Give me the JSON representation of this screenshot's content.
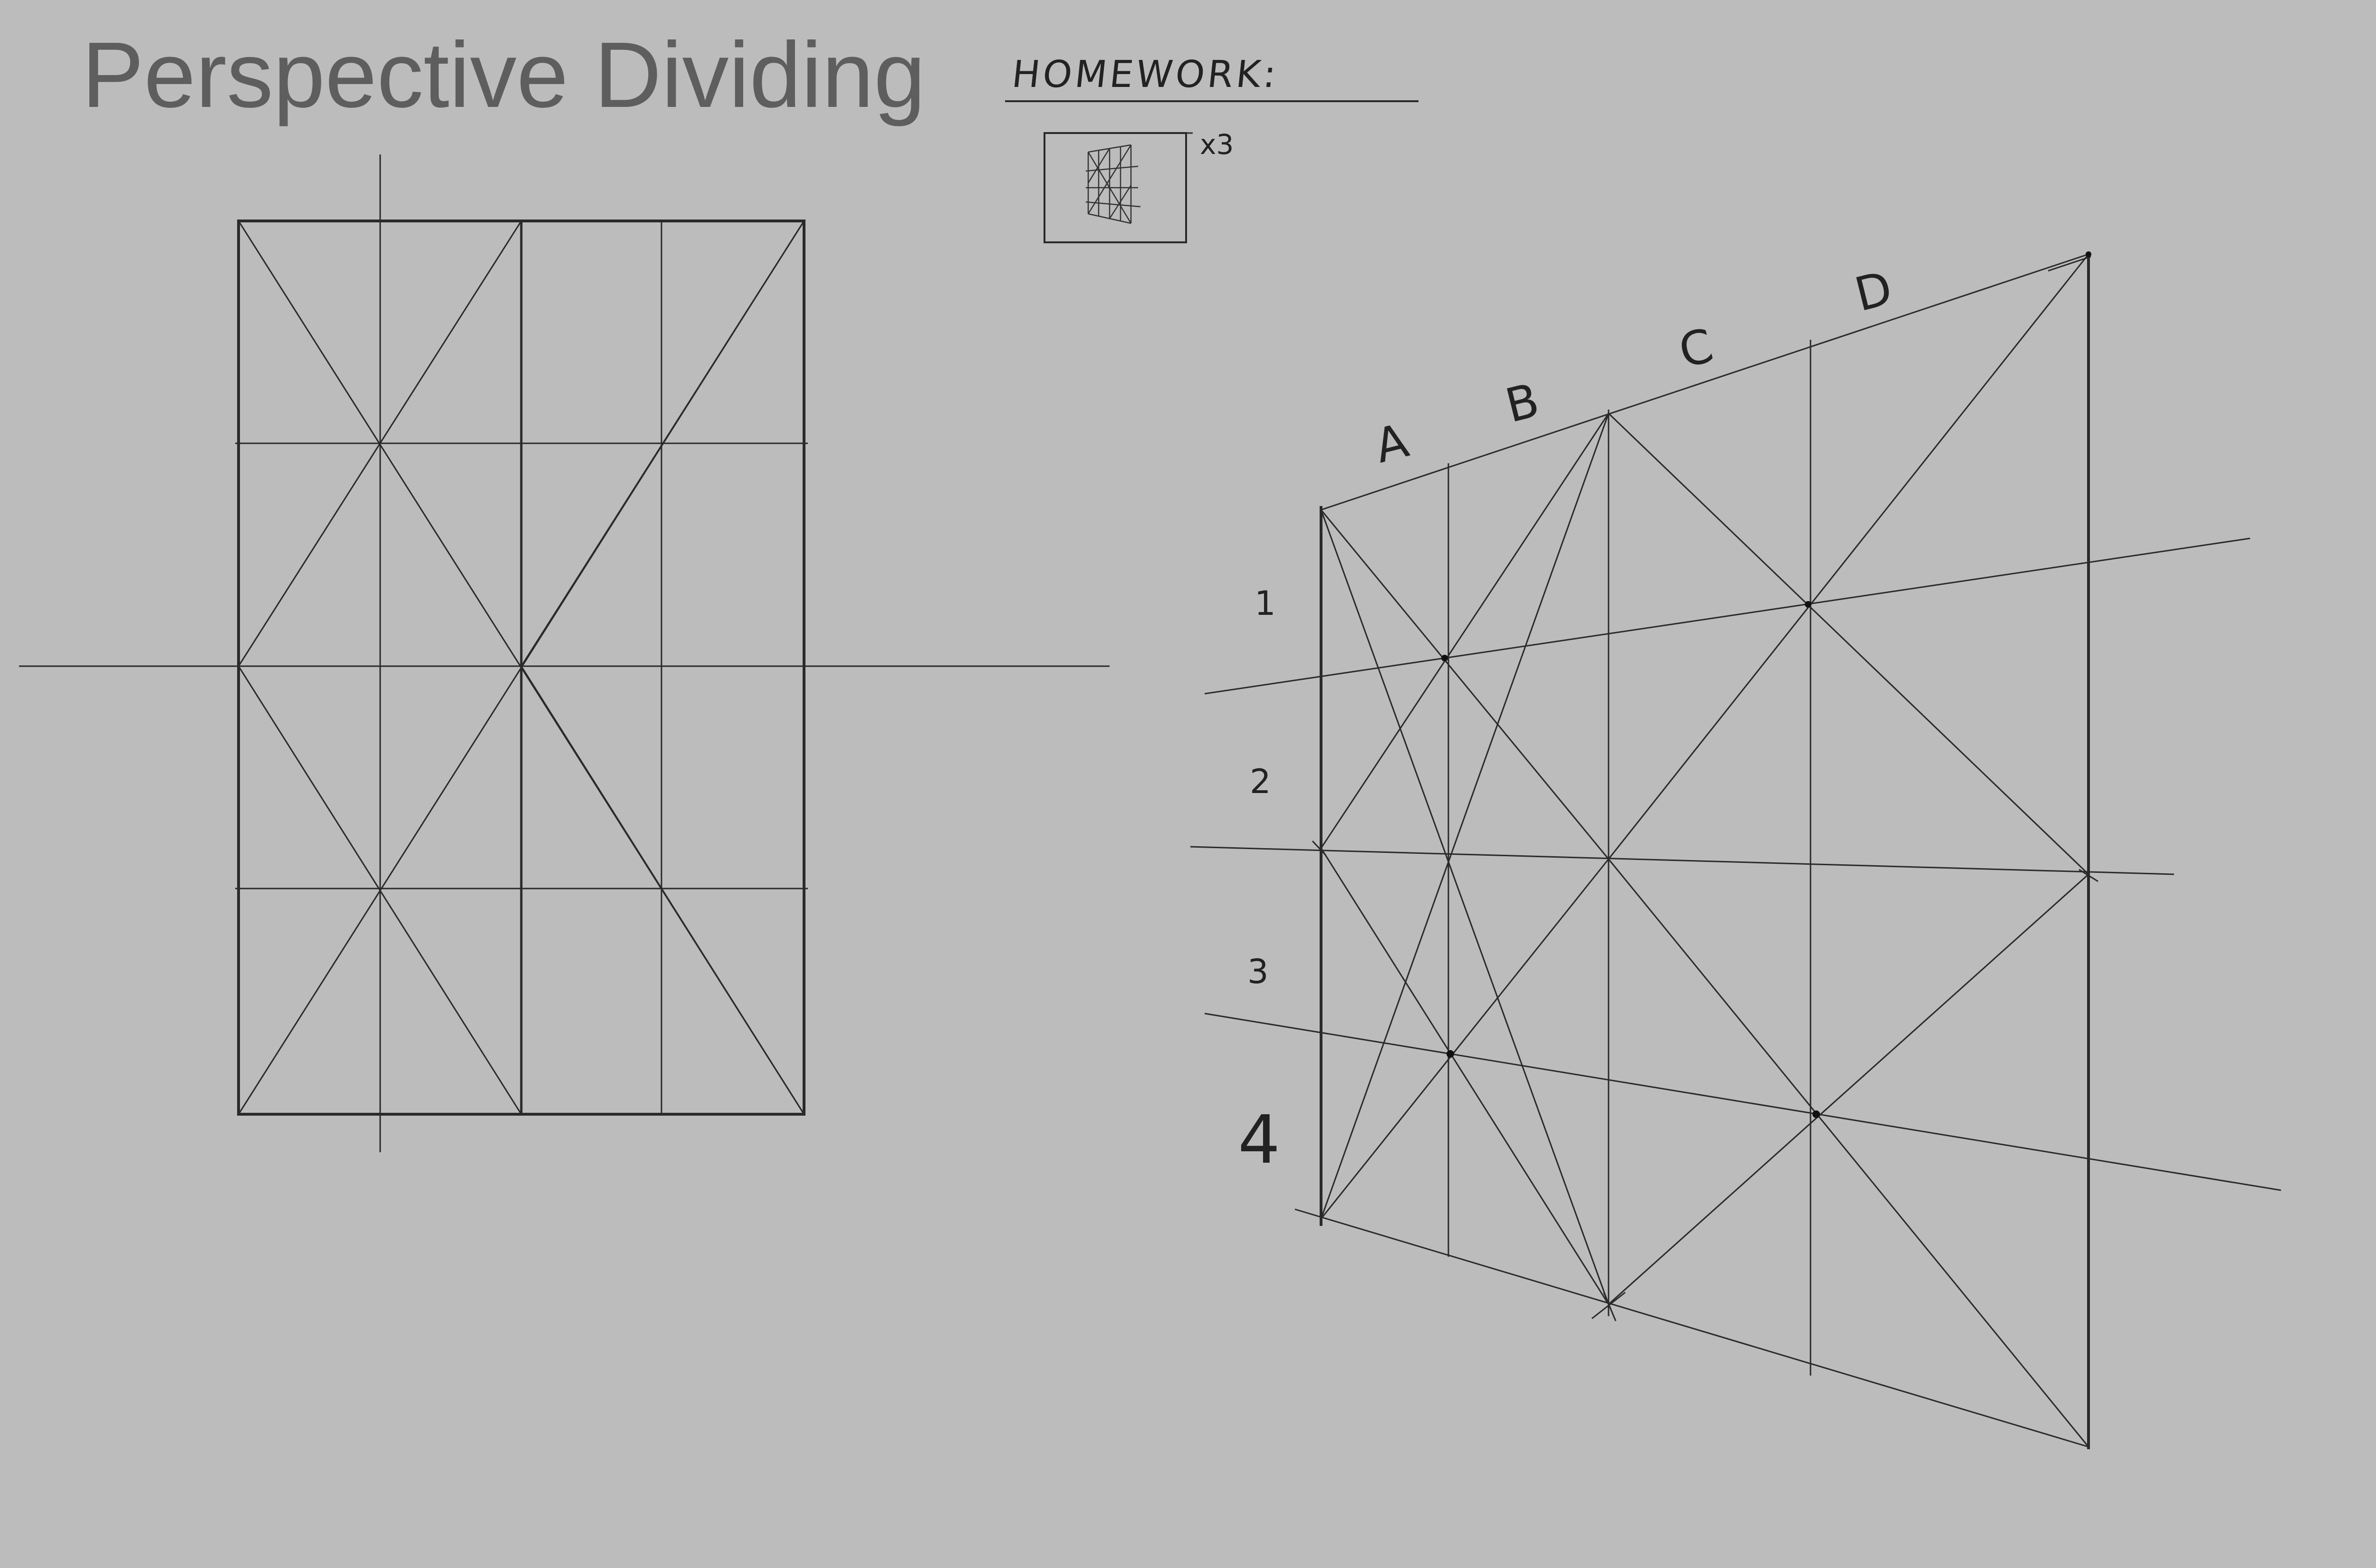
{
  "title": "Perspective Dividing",
  "homework": {
    "label": "HOMEWORK:",
    "multiplier": "x3"
  },
  "perspective_grid": {
    "column_labels": [
      "A",
      "B",
      "C",
      "D"
    ],
    "row_labels": [
      "1",
      "2",
      "3",
      "4"
    ]
  },
  "colors": {
    "background": "#bcbcbc",
    "ink": "#2a2a2a",
    "title": "#5e5e5e"
  }
}
